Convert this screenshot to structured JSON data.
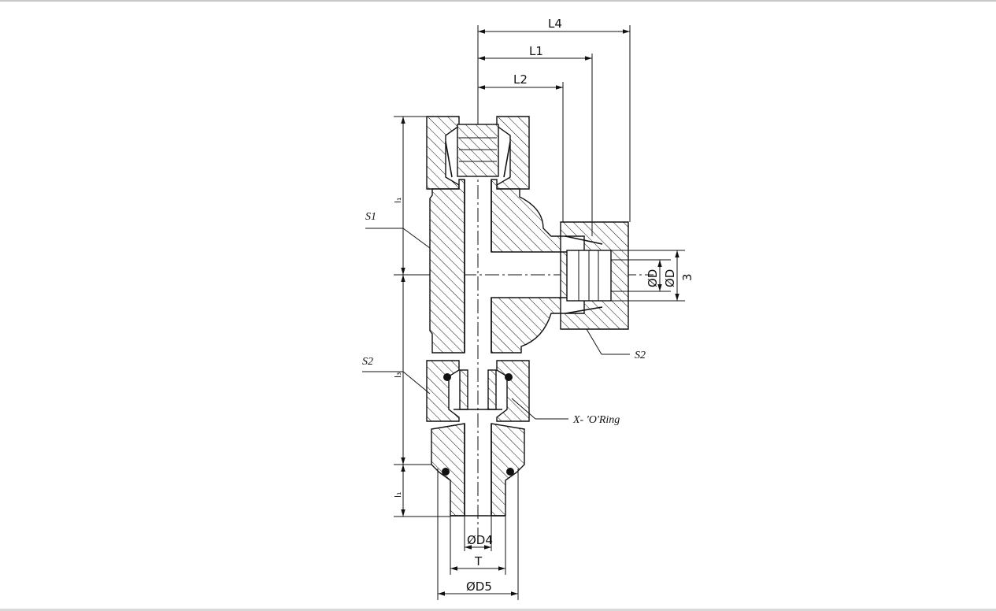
{
  "drawing": {
    "dimensions": {
      "L4": "L4",
      "L1": "L1",
      "L2": "L2",
      "D": "ØD",
      "D_outer": "ØD",
      "D3": "3",
      "D4": "ØD4",
      "T": "T",
      "D5": "ØD5",
      "l_upper": "l₁",
      "l_middle": "l₃",
      "l_lower": "l₁"
    },
    "labels": {
      "S1": "S1",
      "S2_left": "S2",
      "S2_right": "S2",
      "oring": "X- 'O'Ring"
    }
  }
}
